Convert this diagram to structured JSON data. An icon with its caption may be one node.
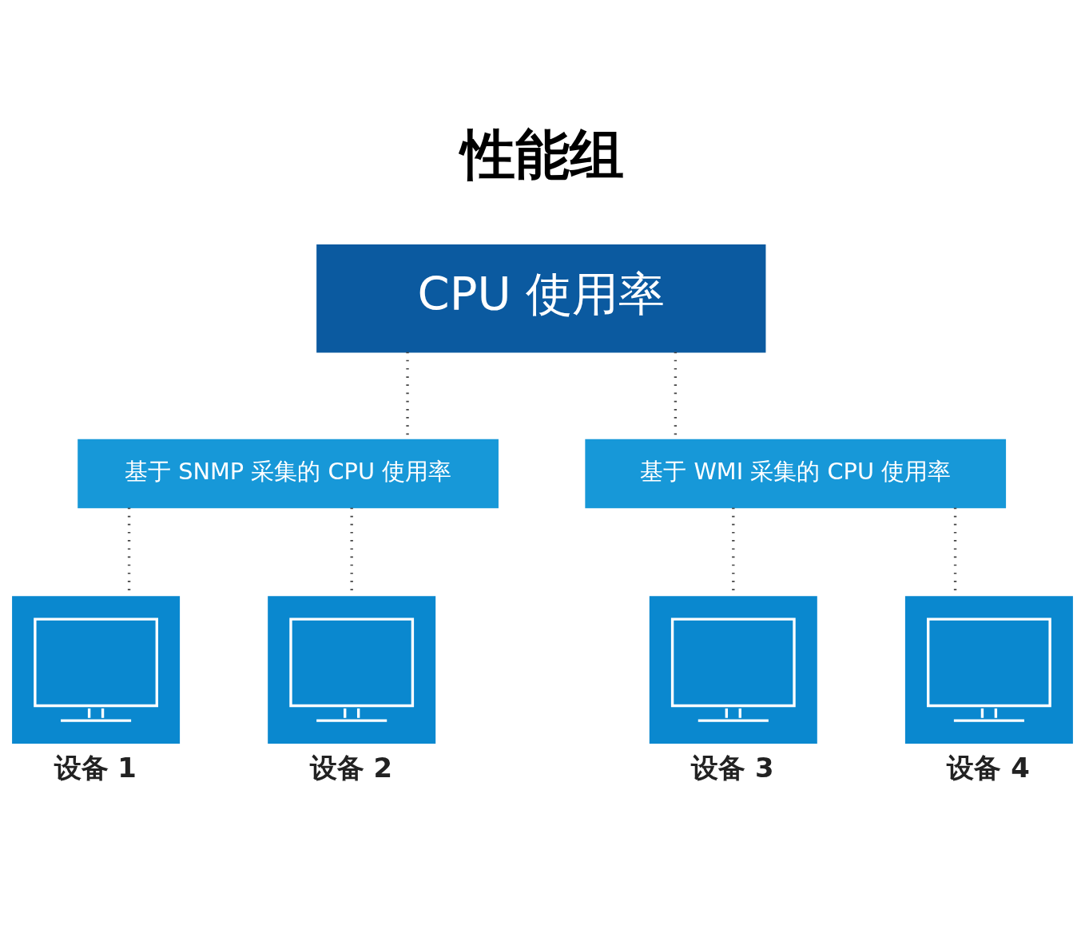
{
  "diagram": {
    "title": "性能组",
    "nodes": [
      {
        "text": [
          "CPU 使用率"
        ]
      },
      {
        "text": [
          "基于 SNMP 采集的 CPU 使用率"
        ]
      },
      {
        "text": [
          "基于 WMI 采集的 CPU 使用率"
        ]
      },
      {
        "text": [
          "设备 1"
        ]
      },
      {
        "text": [
          "设备 2"
        ]
      },
      {
        "text": [
          "设备 3"
        ]
      },
      {
        "text": [
          "设备 4"
        ]
      }
    ],
    "edges": [
      {
        "from": 0,
        "to": 1,
        "arrow": "none"
      },
      {
        "from": 0,
        "to": 2,
        "arrow": "none"
      },
      {
        "from": 1,
        "to": 3,
        "arrow": "none"
      },
      {
        "from": 1,
        "to": 4,
        "arrow": "none"
      },
      {
        "from": 2,
        "to": 5,
        "arrow": "none"
      },
      {
        "from": 2,
        "to": 6,
        "arrow": "none"
      }
    ]
  }
}
